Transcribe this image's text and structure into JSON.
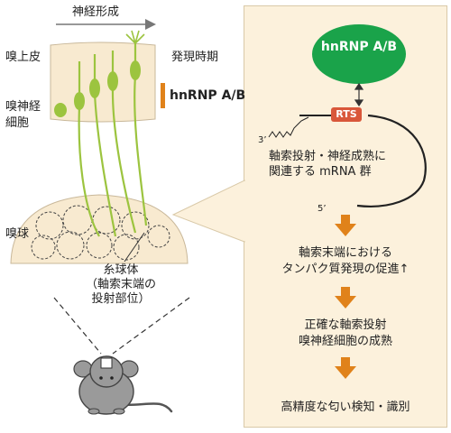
{
  "left": {
    "neurogenesis": "神経形成",
    "epithelium": "嗅上皮",
    "expression_period": "発現時期",
    "protein": "hnRNP A/B",
    "neuron": "嗅神経\n細胞",
    "bulb": "嗅球",
    "glomerulus": "糸球体\n（軸索末端の\n投射部位）"
  },
  "right": {
    "protein": "hnRNP A/B",
    "rts": "RTS",
    "three_prime": "3’",
    "poly_a": "AAAAAAAAAA",
    "five_prime": "5’",
    "mrna_label": "軸索投射・神経成熟に\n関連する mRNA 群",
    "step1": "軸索末端における\nタンパク質発現の促進↑",
    "step2": "正確な軸索投射\n嗅神経細胞の成熟",
    "step3": "高精度な匂い検知・識別"
  },
  "colors": {
    "green": "#1aa34a",
    "neuron_green": "#9cc43f",
    "orange": "#e0821a",
    "rts_red": "#d9573a",
    "panel_bg": "#fcf1dc",
    "tissue_bg": "#f8ead0",
    "mouse_gray": "#9a9a9a"
  }
}
